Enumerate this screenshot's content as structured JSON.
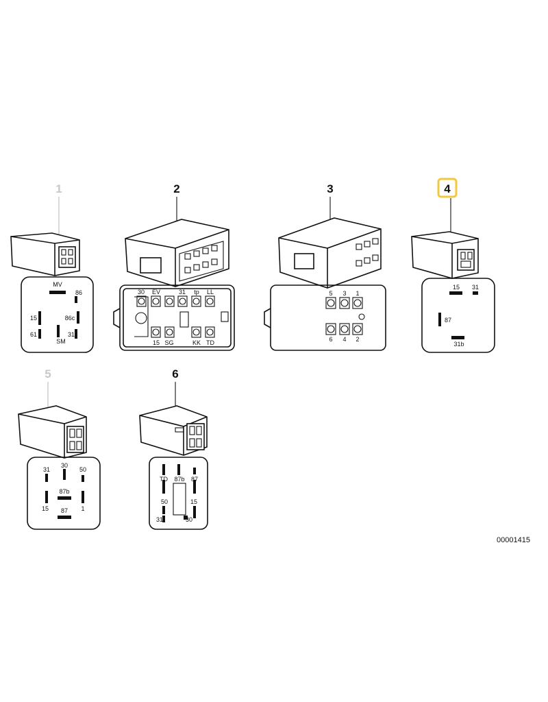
{
  "catalog_code": "00001415",
  "highlight_color": "#f2c83c",
  "parts": [
    {
      "label": "1",
      "faded": true,
      "highlighted": false,
      "pins": [
        "MV",
        "86",
        "15",
        "86c",
        "61",
        "SM",
        "31"
      ]
    },
    {
      "label": "2",
      "faded": false,
      "highlighted": false,
      "pins_top": [
        "30",
        "EV",
        "31",
        "tp",
        "LL"
      ],
      "pins_bottom": [
        "15",
        "SG",
        "KK",
        "TD"
      ]
    },
    {
      "label": "3",
      "faded": false,
      "highlighted": false,
      "pins_top": [
        "5",
        "3",
        "1"
      ],
      "pins_bottom": [
        "6",
        "4",
        "2"
      ]
    },
    {
      "label": "4",
      "faded": false,
      "highlighted": true,
      "pins": [
        "15",
        "31",
        "87",
        "31b"
      ]
    },
    {
      "label": "5",
      "faded": true,
      "highlighted": false,
      "pins": [
        "31",
        "30",
        "50",
        "87b",
        "15",
        "87",
        "1"
      ]
    },
    {
      "label": "6",
      "faded": false,
      "highlighted": false,
      "pins": [
        "TD",
        "87b",
        "87",
        "50",
        "15",
        "31",
        "30"
      ]
    }
  ]
}
